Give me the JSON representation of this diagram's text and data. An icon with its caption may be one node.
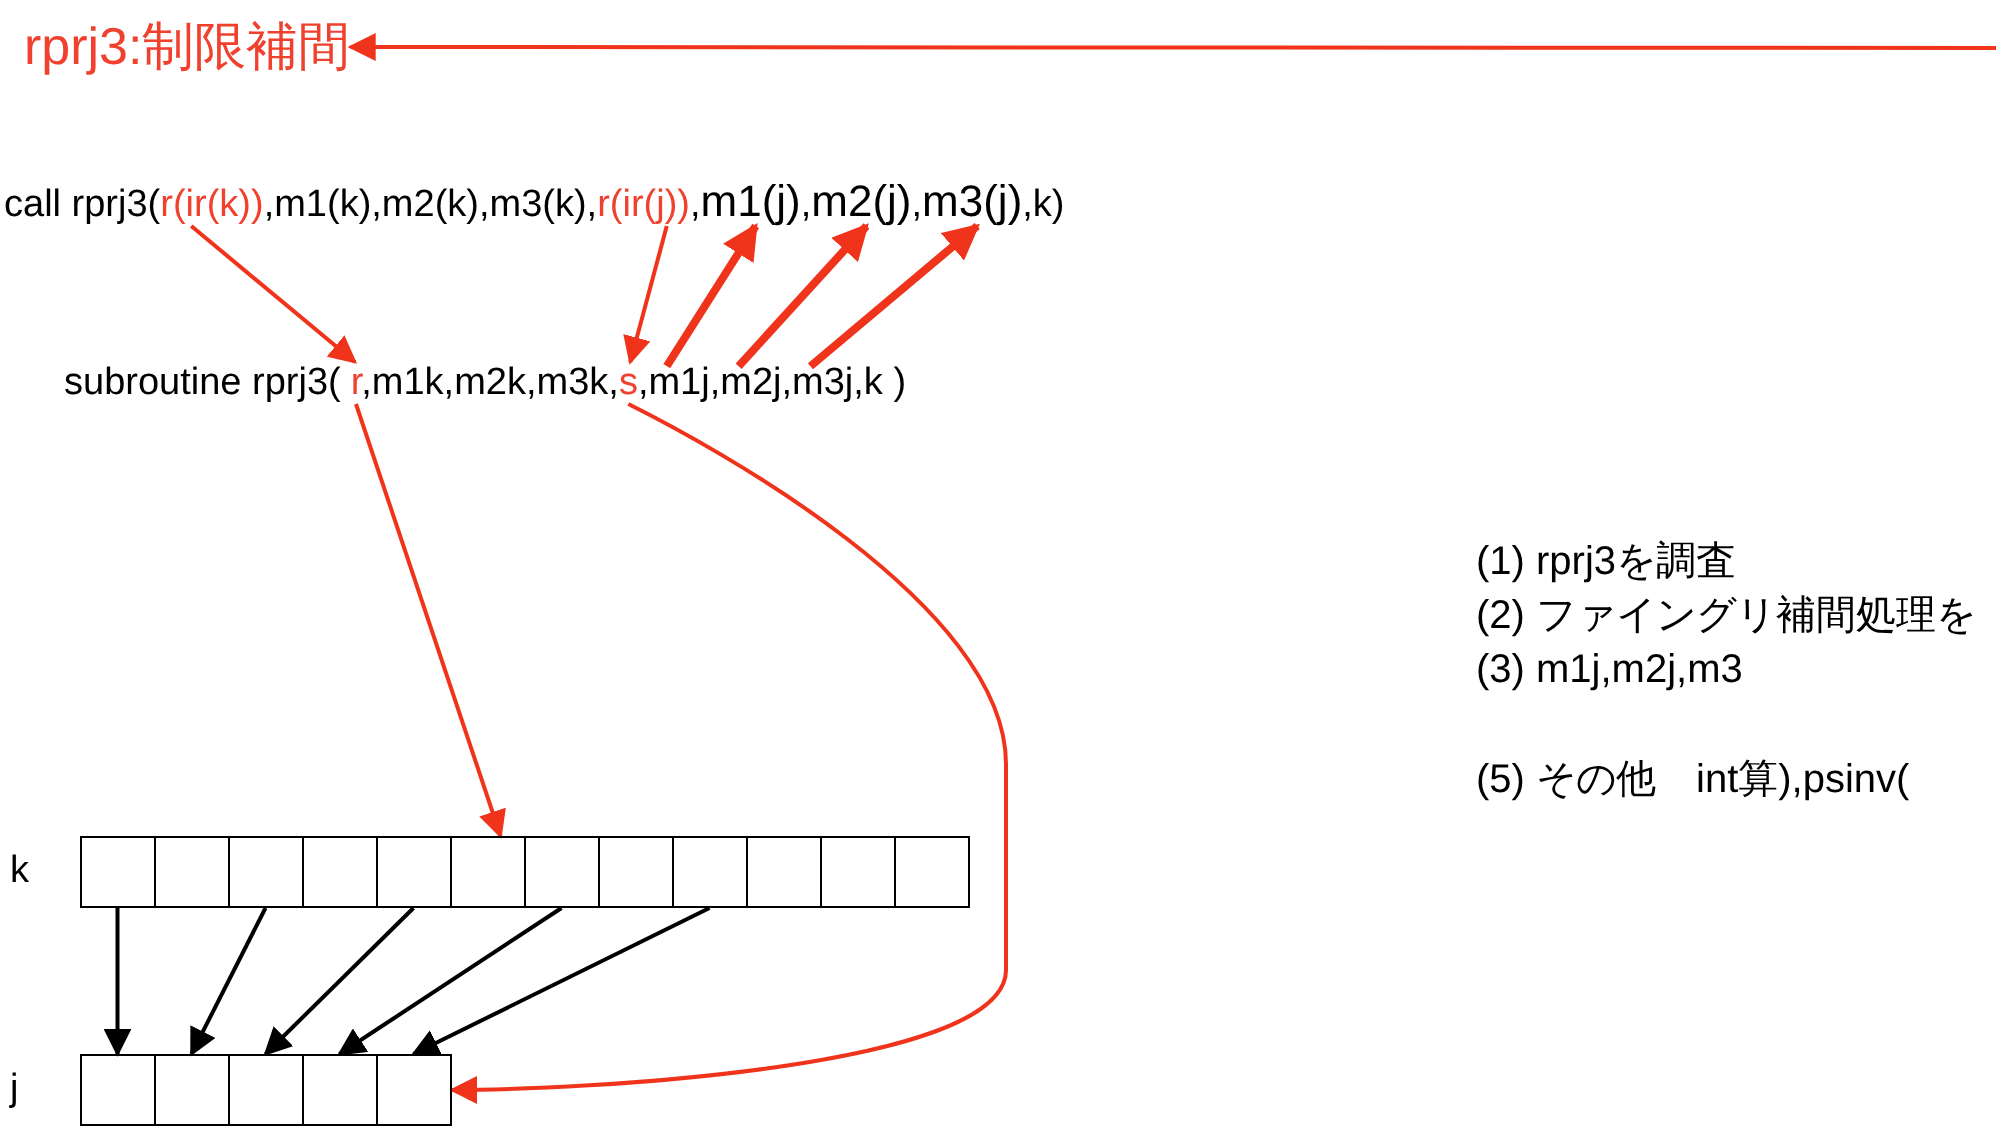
{
  "diagram": {
    "nodes": [
      {
        "text": [
          "rprj3:制限補間"
        ]
      },
      {
        "text": [
          "r(ir(k))"
        ]
      },
      {
        "text": [
          "r(ir(j))"
        ]
      },
      {
        "text": [
          "m1(j)"
        ]
      },
      {
        "text": [
          "m2(j)"
        ]
      },
      {
        "text": [
          "m3(j)"
        ]
      },
      {
        "text": [
          "r"
        ]
      },
      {
        "text": [
          "s"
        ]
      },
      {
        "text": [
          "m1j"
        ]
      },
      {
        "text": [
          "m2j"
        ]
      },
      {
        "text": [
          "m3j"
        ]
      },
      {
        "text": [
          "k"
        ]
      },
      {
        "text": [],
        "shape": "box",
        "in": 11
      },
      {
        "text": [],
        "shape": "box",
        "in": 11
      },
      {
        "text": [],
        "shape": "box",
        "in": 11
      },
      {
        "text": [],
        "shape": "box",
        "in": 11
      },
      {
        "text": [],
        "shape": "box",
        "in": 11
      },
      {
        "text": [],
        "shape": "box",
        "in": 11
      },
      {
        "text": [],
        "shape": "box",
        "in": 11
      },
      {
        "text": [],
        "shape": "box",
        "in": 11
      },
      {
        "text": [],
        "shape": "box",
        "in": 11
      },
      {
        "text": [],
        "shape": "box",
        "in": 11
      },
      {
        "text": [],
        "shape": "box",
        "in": 11
      },
      {
        "text": [],
        "shape": "box",
        "in": 11
      },
      {
        "text": [
          "j"
        ]
      },
      {
        "text": [],
        "shape": "box",
        "in": 24
      },
      {
        "text": [],
        "shape": "box",
        "in": 24
      },
      {
        "text": [],
        "shape": "box",
        "in": 24
      },
      {
        "text": [],
        "shape": "box",
        "in": 24
      },
      {
        "text": [],
        "shape": "box",
        "in": 24
      }
    ],
    "edges": [
      {
        "from": null,
        "to": 0,
        "arrow": "to"
      },
      {
        "from": 1,
        "to": 6,
        "arrow": "to"
      },
      {
        "from": 2,
        "to": 7,
        "arrow": "to"
      },
      {
        "from": 8,
        "to": 3,
        "arrow": "to",
        "style": "thick"
      },
      {
        "from": 9,
        "to": 4,
        "arrow": "to",
        "style": "thick"
      },
      {
        "from": 10,
        "to": 5,
        "arrow": "to",
        "style": "thick"
      },
      {
        "from": 6,
        "to": 11,
        "arrow": "to"
      },
      {
        "from": 7,
        "to": 24,
        "arrow": "to"
      },
      {
        "from": 12,
        "to": 25,
        "arrow": "to",
        "color": "#000000"
      },
      {
        "from": 14,
        "to": 26,
        "arrow": "to",
        "color": "#000000"
      },
      {
        "from": 16,
        "to": 27,
        "arrow": "to",
        "color": "#000000"
      },
      {
        "from": 18,
        "to": 28,
        "arrow": "to",
        "color": "#000000"
      },
      {
        "from": 20,
        "to": 29,
        "arrow": "to",
        "color": "#000000"
      }
    ],
    "labels": [
      "call rprj3(",
      ",m1(k),m2(k),m3(k),",
      ",",
      ",",
      ",",
      ",k)",
      "subroutine rprj3(",
      ",m1k,m2k,m3k,",
      ",",
      ",",
      ",",
      ",k )",
      "(1) rprj3を調査",
      "(2) ファイングリ補間処理を",
      "(3) m1j,m2j,m3",
      "(5) その他　int算),psinv("
    ]
  }
}
